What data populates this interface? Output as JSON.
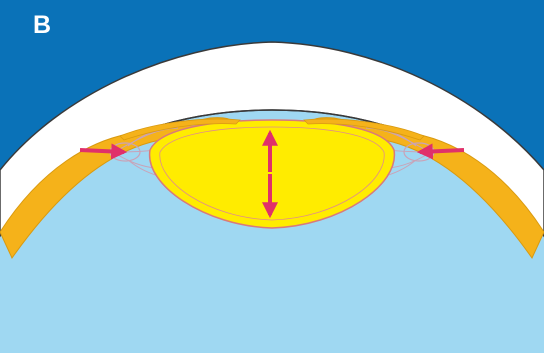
{
  "figure": {
    "panel_label": "B"
  },
  "colors": {
    "background_dark": "#0a72b8",
    "background_light": "#9fd8f2",
    "sclera": "#ffffff",
    "outline": "#3a3a3a",
    "ciliary_body": "#f5b21a",
    "lens": "#ffec00",
    "lens_outline": "#d97a7a",
    "arrows": "#e0306a"
  },
  "arrows": [
    {
      "semantic": "inward-force-left"
    },
    {
      "semantic": "inward-force-right"
    },
    {
      "semantic": "lens-thickening"
    }
  ]
}
